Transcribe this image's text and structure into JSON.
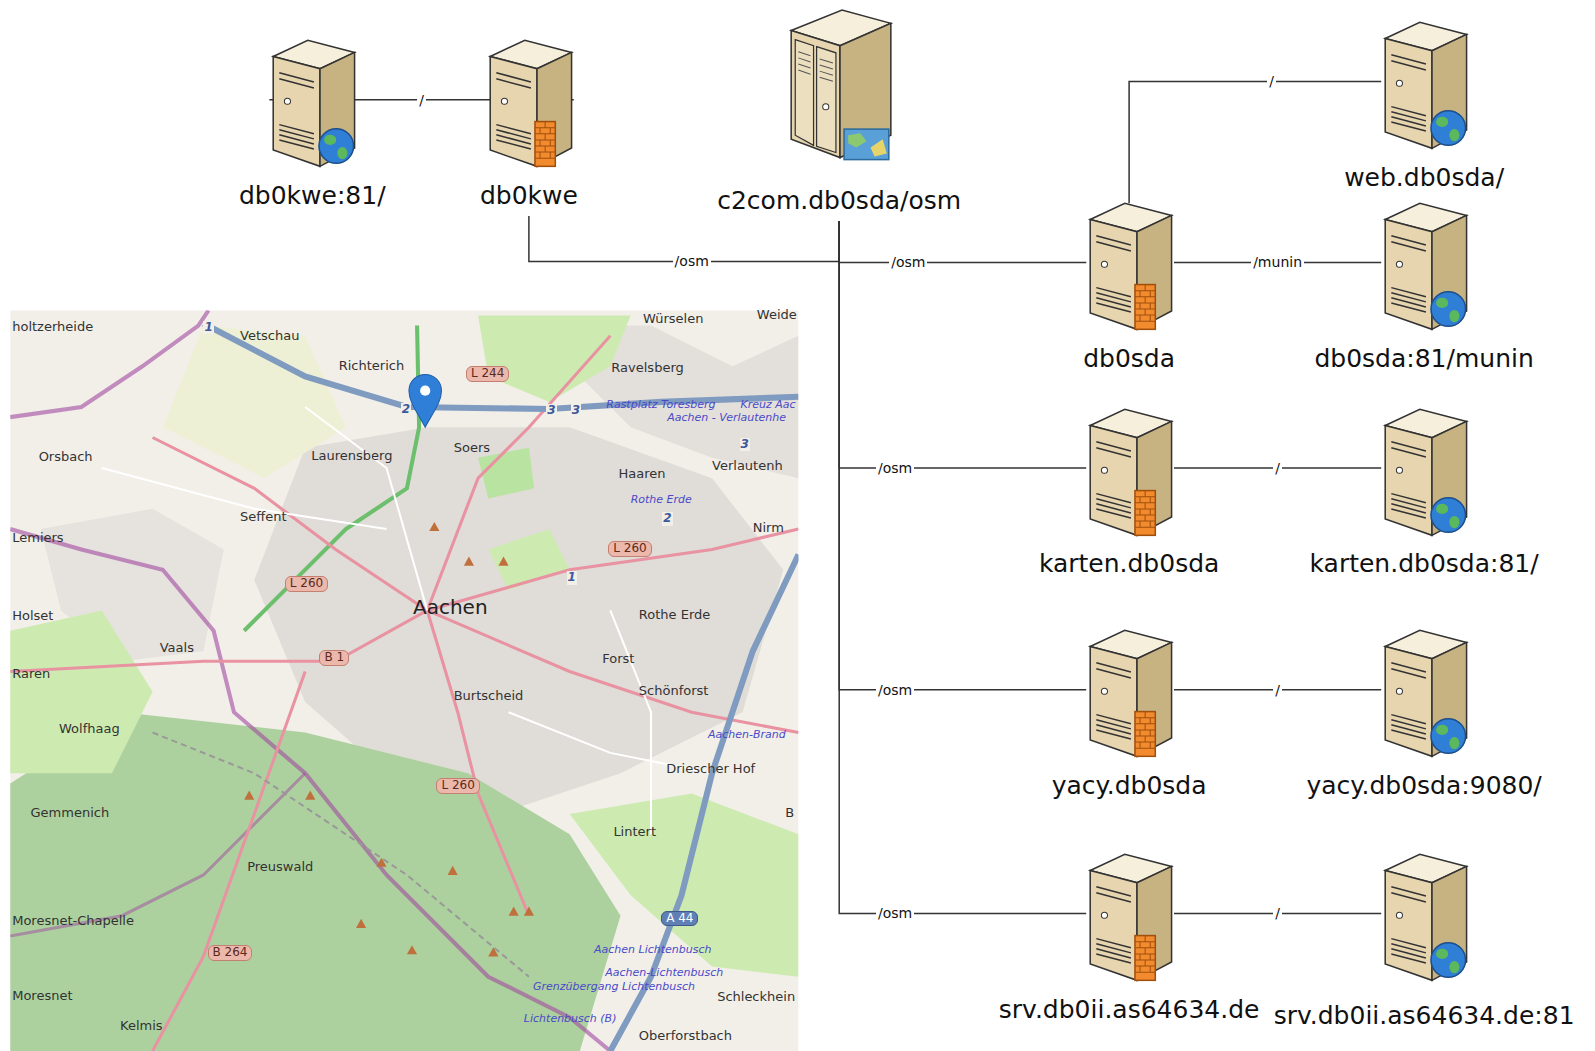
{
  "diagram": {
    "nodes": [
      {
        "text": [
          "db0kwe:81/"
        ]
      },
      {
        "text": [
          "db0kwe"
        ]
      },
      {
        "text": [
          "c2com.db0sda/osm"
        ]
      },
      {
        "text": [
          "web.db0sda/"
        ]
      },
      {
        "text": [
          "db0sda"
        ]
      },
      {
        "text": [
          "db0sda:81/munin"
        ]
      },
      {
        "text": [
          "karten.db0sda"
        ]
      },
      {
        "text": [
          "karten.db0sda:81/"
        ]
      },
      {
        "text": [
          "yacy.db0sda"
        ]
      },
      {
        "text": [
          "yacy.db0sda:9080/"
        ]
      },
      {
        "text": [
          "srv.db0ii.as64634.de"
        ]
      },
      {
        "text": [
          "srv.db0ii.as64634.de:81"
        ]
      }
    ],
    "edges": [
      {
        "from": 1,
        "to": 0,
        "label": "/",
        "arrow": "none"
      },
      {
        "from": 2,
        "to": 1,
        "label": "/osm",
        "arrow": "none"
      },
      {
        "from": 2,
        "to": 4,
        "label": "/osm",
        "arrow": "none"
      },
      {
        "from": 4,
        "to": 3,
        "label": "/",
        "arrow": "none"
      },
      {
        "from": 4,
        "to": 5,
        "label": "/munin",
        "arrow": "none"
      },
      {
        "from": 2,
        "to": 6,
        "label": "/osm",
        "arrow": "none"
      },
      {
        "from": 6,
        "to": 7,
        "label": "/",
        "arrow": "none"
      },
      {
        "from": 2,
        "to": 8,
        "label": "/osm",
        "arrow": "none"
      },
      {
        "from": 8,
        "to": 9,
        "label": "/",
        "arrow": "none"
      },
      {
        "from": 2,
        "to": 10,
        "label": "/osm",
        "arrow": "none"
      },
      {
        "from": 10,
        "to": 11,
        "label": "/",
        "arrow": "none"
      }
    ],
    "labels": [
      "holtzerheide",
      "Vetschau",
      "Richterich",
      "L 244",
      "Würselen",
      "Weide",
      "Ravelsberg",
      "Rastplatz Toresberg",
      "Kreuz Aac",
      "Aachen - Verlautenhe",
      "Orsbach",
      "Laurensberg",
      "Soers",
      "Haaren",
      "Verlautenh",
      "Rothe Erde",
      "Seffent",
      "Nirm",
      "Lemiers",
      "L 260",
      "L 260",
      "Aachen",
      "Holset",
      "Rothe Erde",
      "Vaals",
      "B 1",
      "Forst",
      "Raren",
      "Burtscheid",
      "Schönforst",
      "Aachen-Brand",
      "Wolfhaag",
      "Driescher Hof",
      "L 260",
      "B",
      "Gemmenich",
      "Lintert",
      "Preuswald",
      "A 44",
      "Moresnet-Chapelle",
      "B 264",
      "Aachen Lichtenbusch",
      "Aachen-Lichtenbusch",
      "Grenzübergang Lichtenbusch",
      "Schleckhein",
      "Lichtenbusch (B)",
      "Moresnet",
      "Kelmis",
      "Oberforstbach",
      "1",
      "2",
      "3",
      "3",
      "3",
      "2",
      "1"
    ]
  }
}
